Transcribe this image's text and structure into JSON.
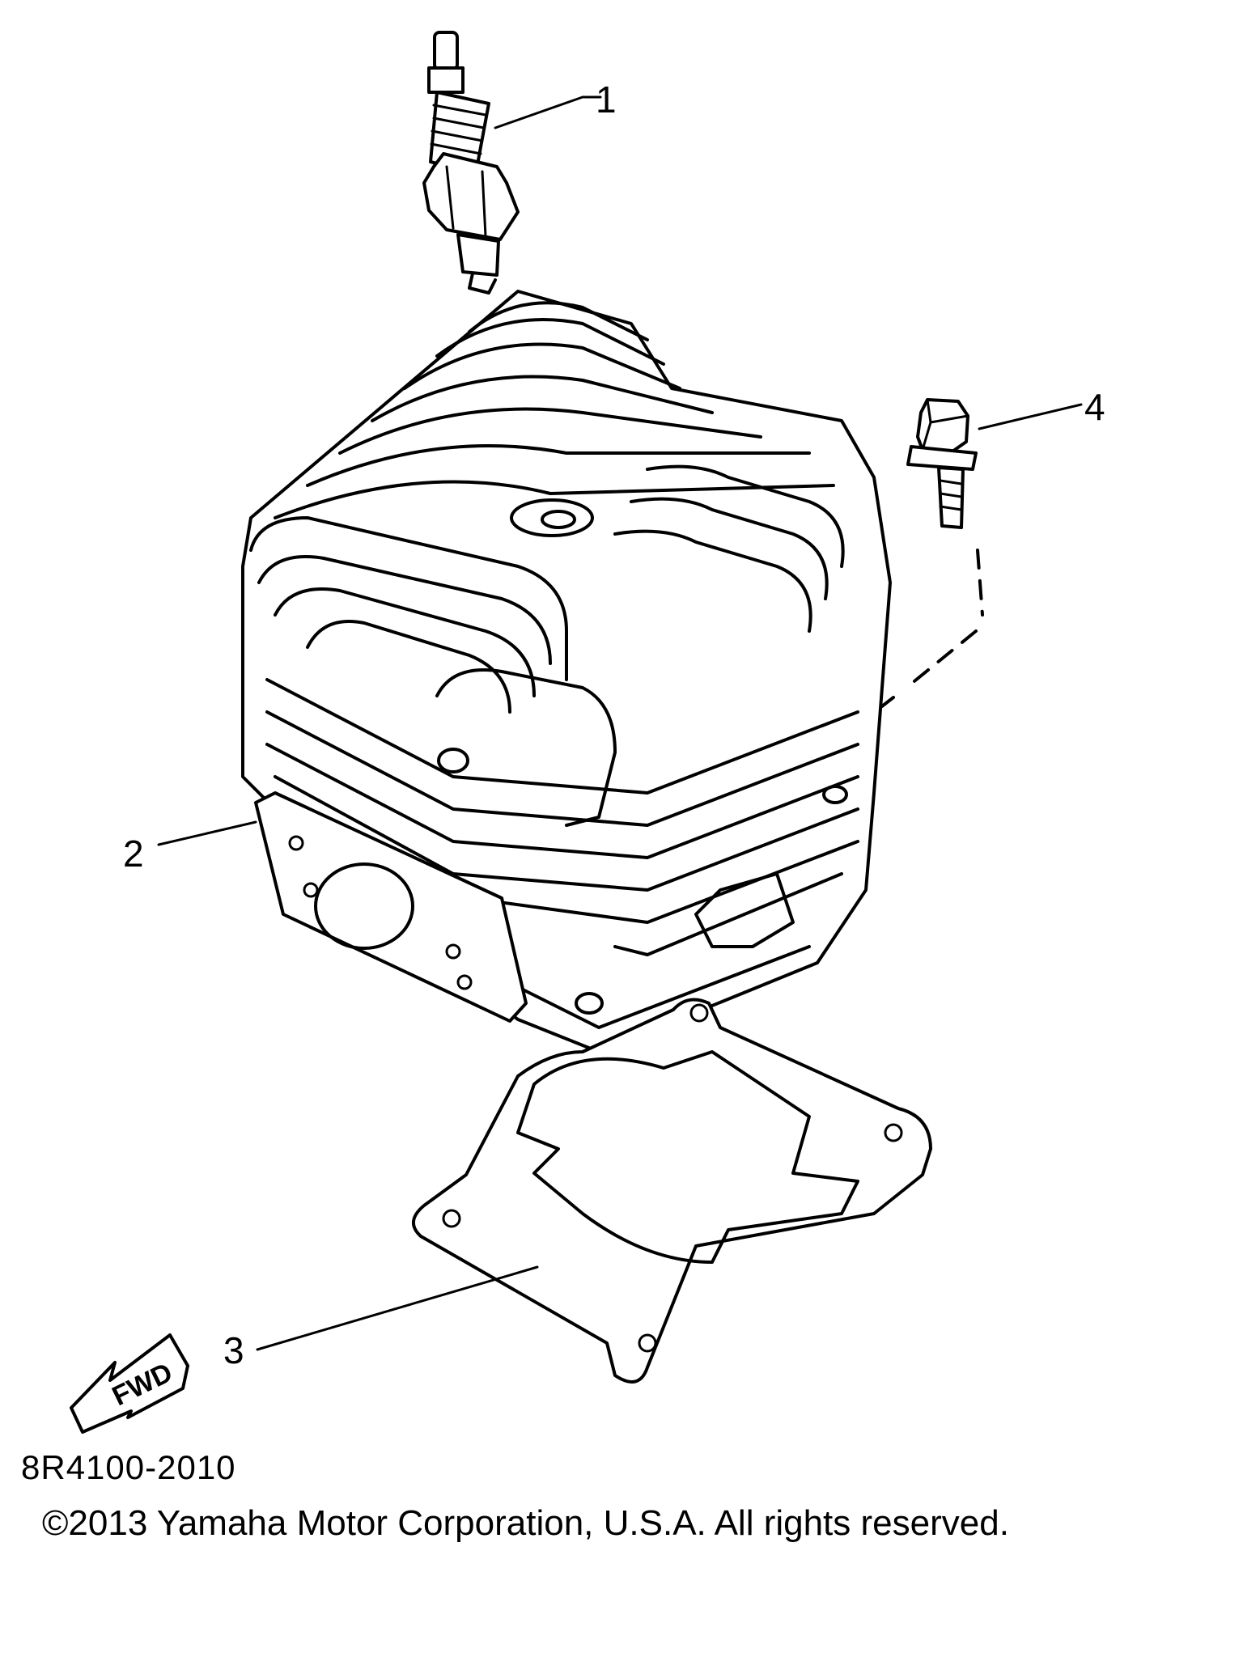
{
  "callouts": {
    "part1": "1",
    "part2": "2",
    "part3": "3",
    "part4": "4"
  },
  "fwd_label": "FWD",
  "diagram_code": "8R4100-2010",
  "copyright": "©2013 Yamaha Motor Corporation, U.S.A. All rights reserved."
}
